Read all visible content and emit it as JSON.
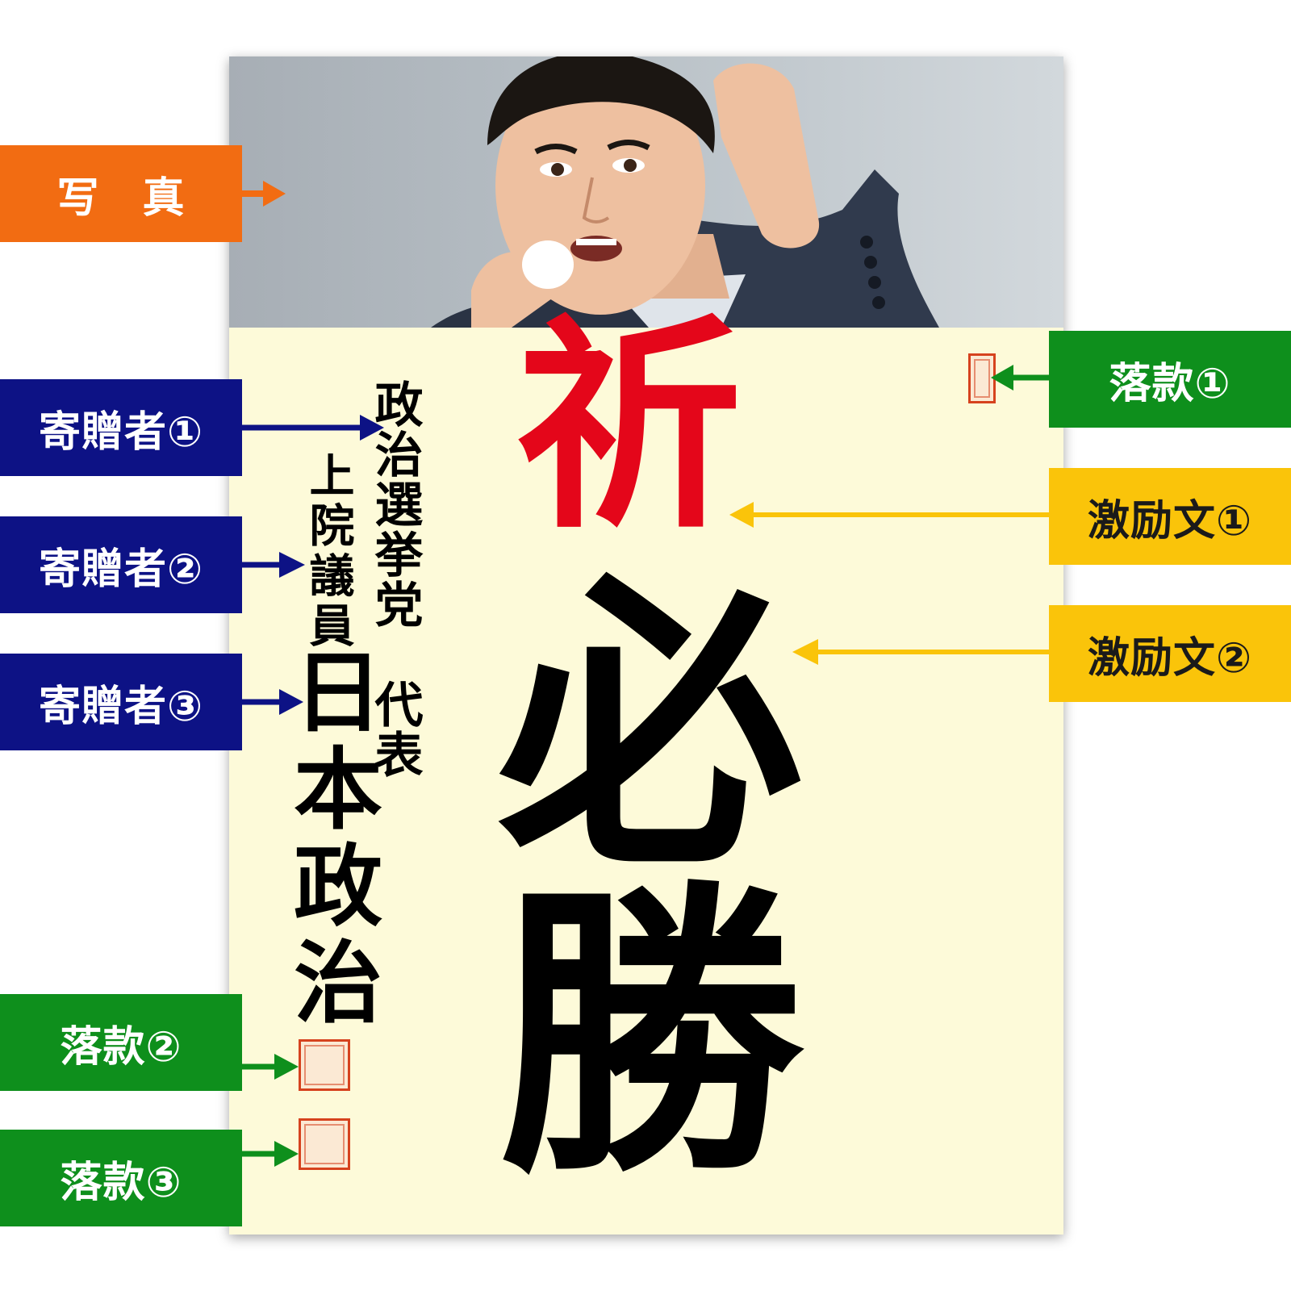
{
  "colors": {
    "photo_label": "#f26c12",
    "donor_label": "#0d1285",
    "seal_label": "#0e8f1c",
    "message_label": "#fac40a",
    "message_red": "#e4061a",
    "ink": "#000000",
    "paper": "#fdfad9",
    "seal_ink": "#d6421e"
  },
  "labels": {
    "photo": "写　真",
    "donor1": "寄贈者①",
    "donor2": "寄贈者②",
    "donor3": "寄贈者③",
    "seal1": "落款①",
    "seal2": "落款②",
    "seal3": "落款③",
    "message1": "激励文①",
    "message2": "激励文②"
  },
  "poster": {
    "message_red": "祈",
    "message_black": "必勝",
    "donor1_text": "政治選挙党　代表",
    "donor2_text": "上院議員",
    "donor3_text": "日本政治"
  }
}
